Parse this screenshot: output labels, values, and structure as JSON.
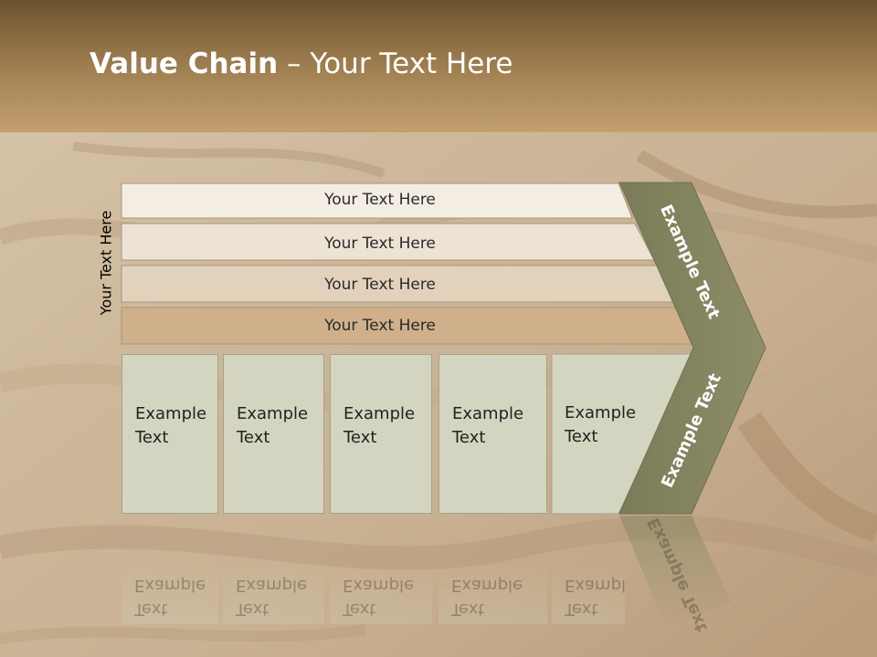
{
  "title": {
    "bold": "Value Chain",
    "rest": " – Your Text Here"
  },
  "side_label": "Your Text Here",
  "rows": [
    {
      "label": "Your Text Here"
    },
    {
      "label": "Your Text Here"
    },
    {
      "label": "Your Text Here"
    },
    {
      "label": "Your Text Here"
    }
  ],
  "boxes": [
    {
      "line1": "Example",
      "line2": "Text"
    },
    {
      "line1": "Example",
      "line2": "Text"
    },
    {
      "line1": "Example",
      "line2": "Text"
    },
    {
      "line1": "Example",
      "line2": "Text"
    },
    {
      "line1": "Example",
      "line2": "Text"
    }
  ],
  "arrow": {
    "upper": "Example Text",
    "lower": "Example Text"
  },
  "colors": {
    "header": "#9a7a4c",
    "row_1": "#f4ede4",
    "row_2": "#ede3d5",
    "row_3": "#e3d2bb",
    "row_4": "#cfb08a",
    "box": "#d4d5c0",
    "chevron": "#848560"
  }
}
